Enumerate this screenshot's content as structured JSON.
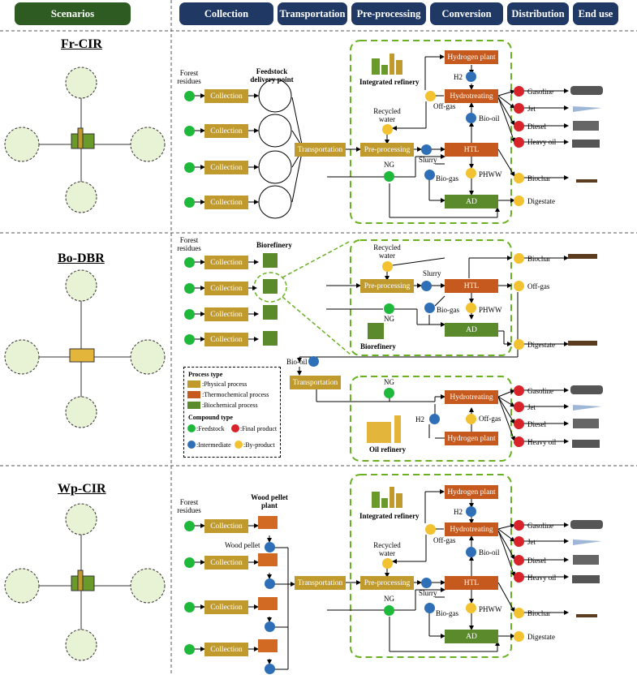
{
  "headers": {
    "scenarios": "Scenarios",
    "stages": [
      "Collection",
      "Transportation",
      "Pre-processing",
      "Conversion",
      "Distribution",
      "End use"
    ]
  },
  "scenarios": [
    "Fr-CIR",
    "Bo-DBR",
    "Wp-CIR"
  ],
  "labels": {
    "forest_residues": "Forest residues",
    "feedstock_delivery_point": "Feedstock delivery point",
    "integrated_refinery": "Integrated refinery",
    "biorefinery": "Biorefinery",
    "oil_refinery": "Oil refinery",
    "wood_pellet_plant": "Wood pellet plant",
    "wood_pellet": "Wood pellet",
    "recycled_water": "Recycled water",
    "ng": "NG",
    "slurry": "Slurry",
    "bio_oil": "Bio-oil",
    "bio_gas": "Bio-gas",
    "off_gas": "Off-gas",
    "phww": "PHWW",
    "h2": "H2"
  },
  "process": {
    "collection": "Collection",
    "transportation": "Transportation",
    "pre_processing": "Pre-processing",
    "htl": "HTL",
    "ad": "AD",
    "hydrotreating": "Hydrotreating",
    "hydrogen_plant": "Hydrogen plant"
  },
  "products": [
    "Gasoline",
    "Jet",
    "Diesel",
    "Heavy oil"
  ],
  "byproducts": {
    "biochar": "Biochar",
    "digestate": "Digestate",
    "off_gas": "Off-gas"
  },
  "legend": {
    "process_type_title": "Process type",
    "physical": ":Physical process",
    "thermochemical": ":Thermochemical process",
    "biochemical": ":Biochemical process",
    "compound_type_title": "Compound type",
    "feedstock": ":Feedstock",
    "final_product": ":Final product",
    "intermediate": ":Intermediate",
    "by_product": ":By-product"
  },
  "colors": {
    "physical": "#c09a2c",
    "thermochemical": "#c65a1e",
    "biochemical": "#5a8a2c",
    "feedstock": "#1eb83a",
    "final_product": "#d8232a",
    "intermediate": "#2f6fb7",
    "by_product": "#f2c230",
    "header": "#1f3864"
  }
}
